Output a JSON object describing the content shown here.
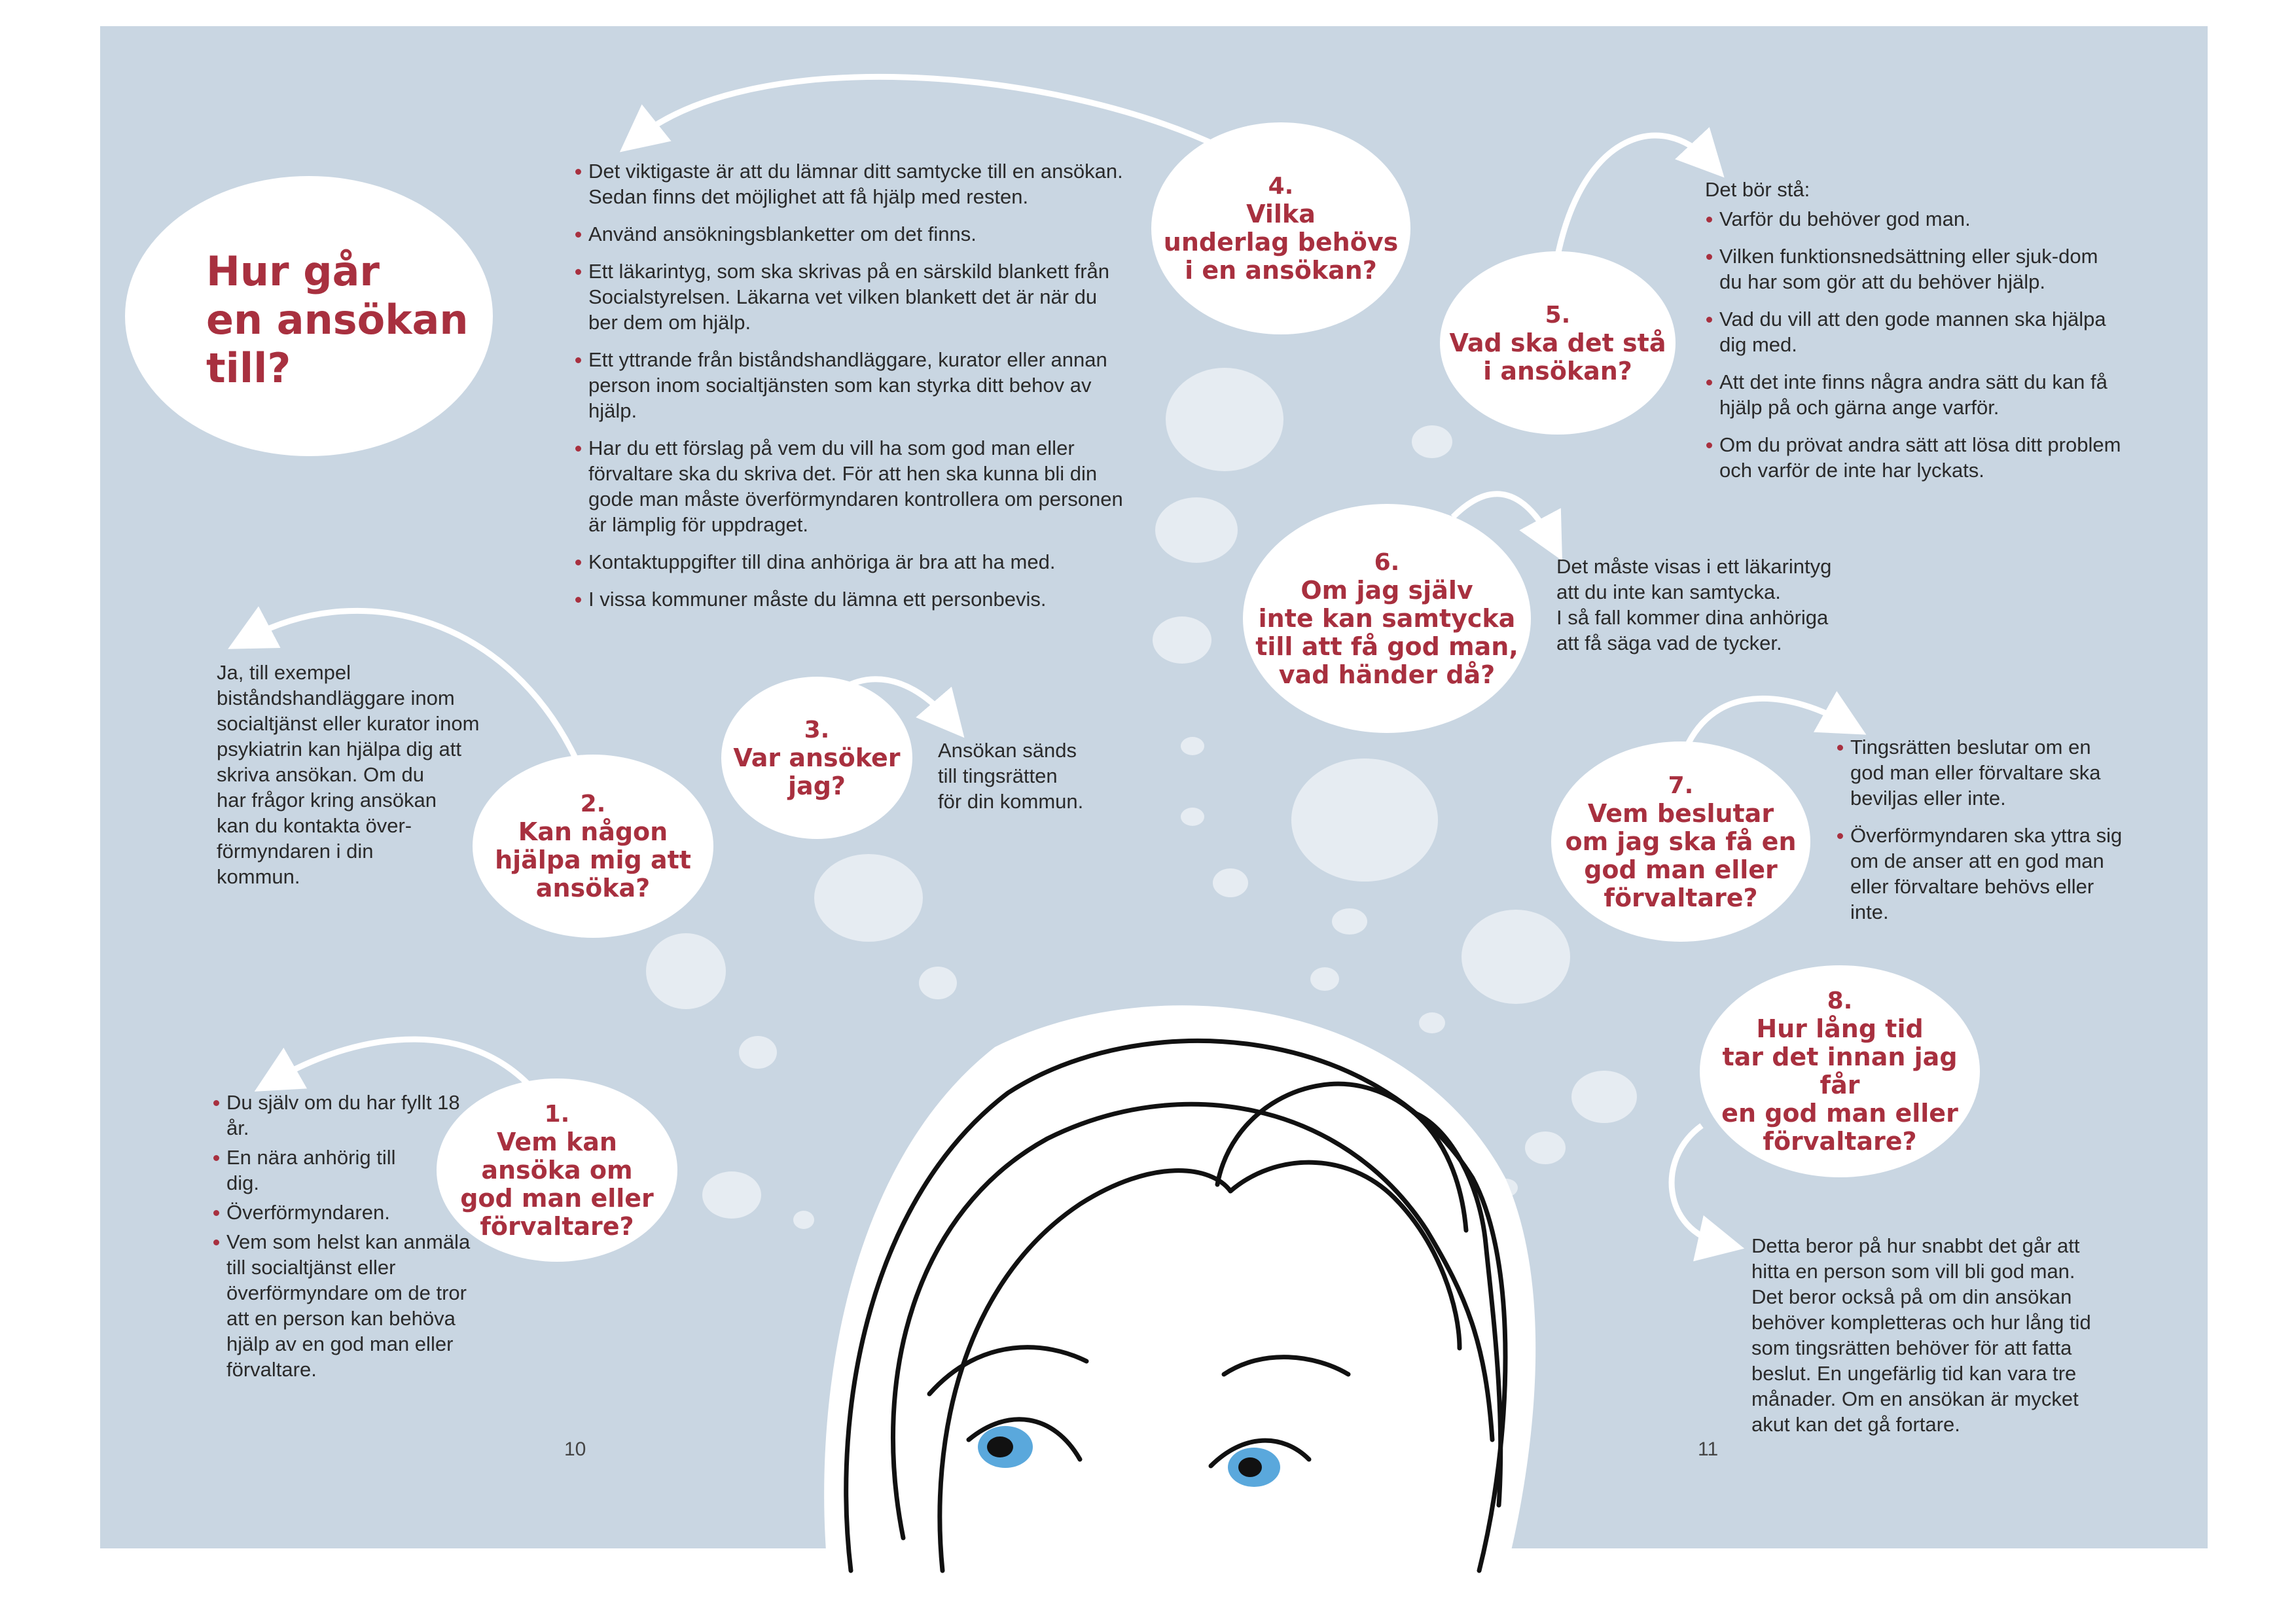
{
  "title": "Hur går\nen ansökan\ntill?",
  "colors": {
    "background": "#c9d6e2",
    "accent": "#a8303f",
    "bubble": "#ffffff",
    "small_bubble": "#e6ecf2",
    "eye": "#5aa8dc"
  },
  "questions": [
    {
      "num": "1.",
      "text": "Vem kan\nansöka om\ngod man eller\nförvaltare?"
    },
    {
      "num": "2.",
      "text": "Kan någon\nhjälpa mig att\nansöka?"
    },
    {
      "num": "3.",
      "text": "Var ansöker\njag?"
    },
    {
      "num": "4.",
      "text": "Vilka\nunderlag behövs\ni en ansökan?"
    },
    {
      "num": "5.",
      "text": "Vad ska det stå\ni ansökan?"
    },
    {
      "num": "6.",
      "text": "Om jag själv\ninte kan samtycka\ntill att få god man,\nvad händer då?"
    },
    {
      "num": "7.",
      "text": "Vem beslutar\nom jag ska få en\ngod man eller\nförvaltare?"
    },
    {
      "num": "8.",
      "text": "Hur lång tid\ntar det innan jag får\nen god man eller\nförvaltare?"
    }
  ],
  "answers": {
    "a1": [
      "Du själv om du har fyllt 18 år.",
      "En nära anhörig till dig.",
      "Överförmyndaren.",
      "Vem som helst kan anmäla till socialtjänst eller överförmyndare om de tror att en person kan behöva hjälp av en god man eller förvaltare."
    ],
    "a2": "Ja, till exempel\nbiståndshandläggare inom\nsocialtjänst eller kurator inom\npsykiatrin kan hjälpa dig att\nskriva ansökan. Om du\nhar frågor kring ansökan\nkan du kontakta över-\nförmyndaren i din\nkommun.",
    "a3": "Ansökan sänds\ntill tingsrätten\nför din kommun.",
    "a4": [
      "Det viktigaste är att du lämnar ditt samtycke till en ansökan. Sedan finns det möjlighet att få hjälp med resten.",
      "Använd ansökningsblanketter om det finns.",
      "Ett läkarintyg, som ska skrivas på en särskild blankett från Socialstyrelsen. Läkarna vet vilken blankett det är när du ber dem om hjälp.",
      "Ett yttrande från biståndshandläggare, kurator eller annan person inom socialtjänsten som kan styrka ditt behov av hjälp.",
      "Har du ett förslag på vem du vill ha som god man eller förvaltare ska du skriva det. För att hen ska kunna bli din gode man måste överförmyndaren kontrollera om personen är lämplig för uppdraget.",
      "Kontaktuppgifter till dina anhöriga är bra att ha med.",
      "I vissa kommuner måste du lämna ett personbevis."
    ],
    "a5_intro": "Det bör stå:",
    "a5": [
      "Varför du behöver god man.",
      "Vilken funktionsnedsättning eller sjuk-dom du har som gör att du behöver hjälp.",
      "Vad du vill att den gode mannen ska hjälpa dig med.",
      "Att det inte finns några andra sätt du kan få hjälp på och gärna ange varför.",
      "Om du prövat andra sätt att lösa ditt problem och varför de inte har lyckats."
    ],
    "a6": "Det måste visas i ett läkarintyg\natt du inte kan samtycka.\nI så fall kommer dina anhöriga\natt få säga vad de tycker.",
    "a7": [
      "Tingsrätten beslutar om en god man eller förvaltare ska beviljas eller inte.",
      "Överförmyndaren ska yttra sig om de anser att en god man eller förvaltare behövs eller inte."
    ],
    "a8": "Detta beror på hur snabbt det går att\nhitta en person som vill bli god man.\nDet beror också på om din ansökan\nbehöver kompletteras och hur lång tid\nsom tingsrätten behöver för att fatta\nbeslut. En ungefärlig tid kan vara tre\nmånader. Om en ansökan är mycket\nakut kan det gå fortare."
  },
  "page_numbers": {
    "left": "10",
    "right": "11"
  }
}
